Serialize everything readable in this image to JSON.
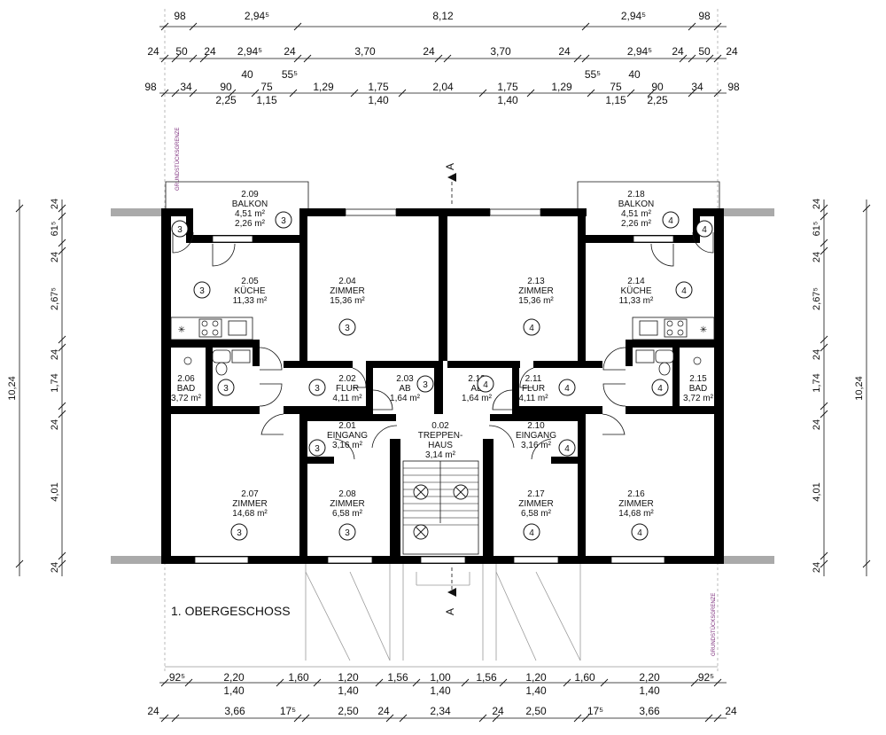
{
  "floor_title": "1. OBERGESCHOSS",
  "property_line_label": "GRUNDSTÜCKSGRENZE",
  "section_marker": "A",
  "dims": {
    "top1": [
      "98",
      "2,94⁵",
      "8,12",
      "2,94⁵",
      "98"
    ],
    "top2": [
      "24",
      "50",
      "24",
      "2,94⁵",
      "24",
      "3,70",
      "24",
      "3,70",
      "24",
      "2,94⁵",
      "24",
      "50",
      "24"
    ],
    "top2b": [
      "40",
      "55⁵",
      "55⁵",
      "40"
    ],
    "top3": [
      "98",
      "34",
      "90",
      "75",
      "1,29",
      "1,75",
      "2,04",
      "1,75",
      "1,29",
      "75",
      "90",
      "34",
      "98"
    ],
    "top3b": [
      "2,25",
      "1,15",
      "1,40",
      "1,40",
      "1,15",
      "2,25"
    ],
    "bottom1": [
      "92⁵",
      "2,20",
      "1,60",
      "1,20",
      "1,56",
      "1,00",
      "1,56",
      "1,20",
      "1,60",
      "2,20",
      "92⁵"
    ],
    "bottom1b": [
      "1,40",
      "1,40",
      "1,40",
      "1,40",
      "1,40"
    ],
    "bottom2": [
      "24",
      "3,66",
      "17⁵",
      "2,50",
      "24",
      "2,34",
      "24",
      "2,50",
      "17⁵",
      "3,66",
      "24"
    ],
    "left": [
      "24",
      "61⁵",
      "24",
      "2,67⁵",
      "24",
      "1,74",
      "24",
      "4,01",
      "24"
    ],
    "left_total": "10,24",
    "right": [
      "24",
      "61⁵",
      "24",
      "2,67⁵",
      "24",
      "1,74",
      "24",
      "4,01",
      "24"
    ],
    "right_total": "10,24"
  },
  "rooms": [
    {
      "id": "2.09",
      "name": "BALKON",
      "area": "4,51 m²",
      "area2": "2,26 m²"
    },
    {
      "id": "2.05",
      "name": "KÜCHE",
      "area": "11,33 m²"
    },
    {
      "id": "2.04",
      "name": "ZIMMER",
      "area": "15,36 m²"
    },
    {
      "id": "2.13",
      "name": "ZIMMER",
      "area": "15,36 m²"
    },
    {
      "id": "2.14",
      "name": "KÜCHE",
      "area": "11,33 m²"
    },
    {
      "id": "2.18",
      "name": "BALKON",
      "area": "4,51 m²",
      "area2": "2,26 m²"
    },
    {
      "id": "2.06",
      "name": "BAD",
      "area": "3,72 m²"
    },
    {
      "id": "2.02",
      "name": "FLUR",
      "area": "4,11 m²"
    },
    {
      "id": "2.03",
      "name": "AB",
      "area": "1,64 m²"
    },
    {
      "id": "2.12",
      "name": "AB",
      "area": "1,64 m²"
    },
    {
      "id": "2.11",
      "name": "FLUR",
      "area": "4,11 m²"
    },
    {
      "id": "2.15",
      "name": "BAD",
      "area": "3,72 m²"
    },
    {
      "id": "2.01",
      "name": "EINGANG",
      "area": "3,16 m²"
    },
    {
      "id": "0.02",
      "name": "TREPPEN-",
      "name2": "HAUS",
      "area": "3,14 m²"
    },
    {
      "id": "2.10",
      "name": "EINGANG",
      "area": "3,16 m²"
    },
    {
      "id": "2.07",
      "name": "ZIMMER",
      "area": "14,68 m²"
    },
    {
      "id": "2.08",
      "name": "ZIMMER",
      "area": "6,58 m²"
    },
    {
      "id": "2.17",
      "name": "ZIMMER",
      "area": "6,58 m²"
    },
    {
      "id": "2.16",
      "name": "ZIMMER",
      "area": "14,68 m²"
    }
  ],
  "apartments": [
    "3",
    "4"
  ]
}
